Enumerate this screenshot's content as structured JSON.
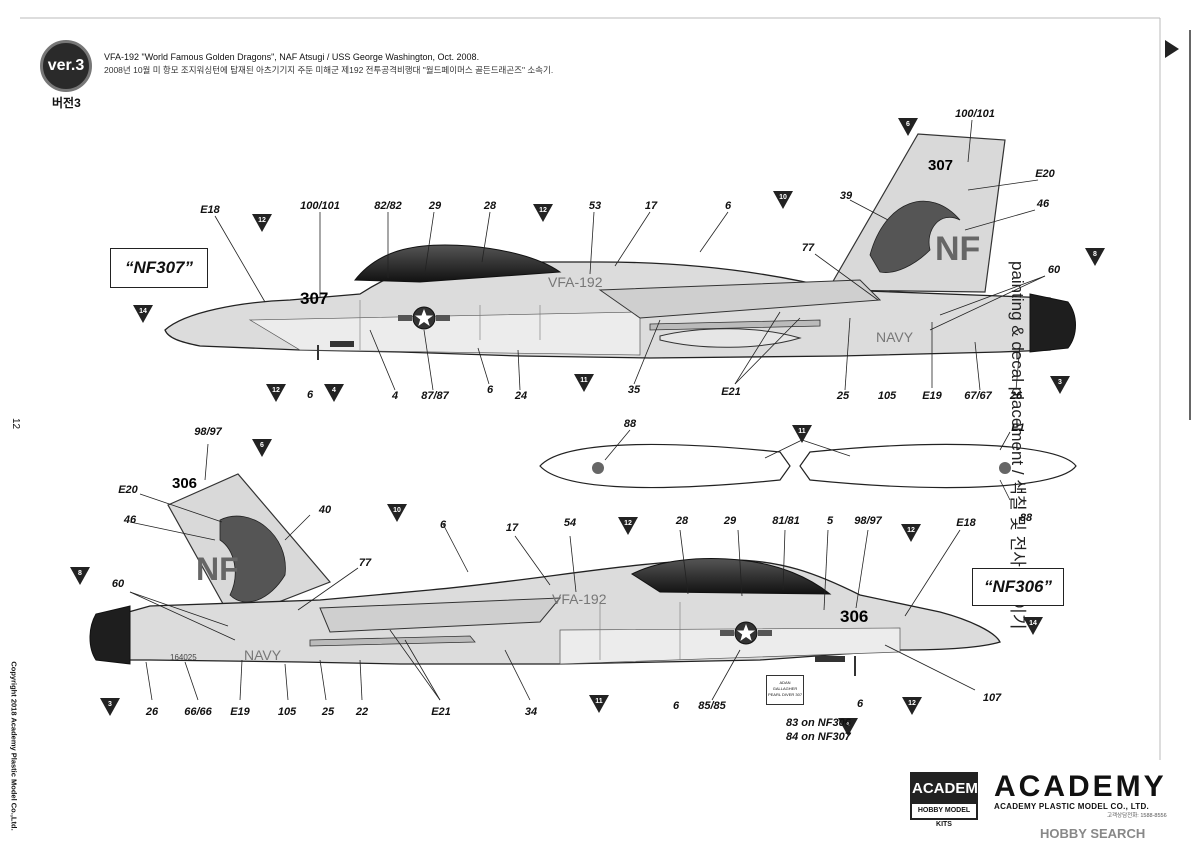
{
  "header": {
    "version_badge": "ver.3",
    "version_sub": "버전3",
    "title_en": "VFA-192 \"World Famous Golden Dragons\", NAF Atsugi / USS George Washington, Oct. 2008.",
    "title_ko": "2008년 10월 미 항모 조지워싱턴에 탑재된 아츠기기지 주둔 미해군 제192 전투공격비행대 \"월드페이머스 골든드래곤즈\" 소속기."
  },
  "side_label": "painting & decal placement / 색칠 및 전사지붙이기",
  "page_number": "12",
  "copyright": "Copyright 2018 Academy Plastic Model Co.,Ltd.",
  "callouts": {
    "top": "“NF307”",
    "bottom": "“NF306”"
  },
  "aircraft_markings": {
    "top_tail_number": "307",
    "top_nose_number": "307",
    "top_squadron": "VFA-192",
    "top_tail_code": "NF",
    "top_navy": "NAVY",
    "bottom_tail_number": "306",
    "bottom_nose_number": "306",
    "bottom_squadron": "VFA-192",
    "bottom_tail_code": "NF",
    "bottom_navy": "NAVY",
    "bottom_serial": "164025"
  },
  "labels": {
    "t1": "E18",
    "t2": "100/101",
    "t3": "82/82",
    "t4": "29",
    "t5": "28",
    "t6": "53",
    "t7": "17",
    "t8": "6",
    "t9": "100/101",
    "t10": "E20",
    "t11": "39",
    "t12": "46",
    "t13": "77",
    "t14": "60",
    "t15": "6",
    "t16": "4",
    "t17": "87/87",
    "t18": "6",
    "t19": "24",
    "t20": "35",
    "t21": "E21",
    "t22": "25",
    "t23": "105",
    "t24": "E19",
    "t25": "67/67",
    "t26": "26",
    "m1": "88",
    "m2": "E1",
    "m3": "88",
    "b1": "98/97",
    "b2": "E20",
    "b3": "46",
    "b4": "40",
    "b5": "60",
    "b6": "77",
    "b7": "6",
    "b8": "17",
    "b9": "54",
    "b10": "28",
    "b11": "29",
    "b12": "81/81",
    "b13": "5",
    "b14": "98/97",
    "b15": "E18",
    "b16": "26",
    "b17": "66/66",
    "b18": "E19",
    "b19": "105",
    "b20": "25",
    "b21": "22",
    "b22": "E21",
    "b23": "34",
    "b24": "6",
    "b25": "85/85",
    "b26": "6",
    "b27": "107"
  },
  "color_markers": {
    "k1": "12",
    "k2": "12",
    "k3": "6",
    "k4": "10",
    "k5": "14",
    "k6": "8",
    "k7": "12",
    "k8": "4",
    "k9": "11",
    "k10": "3",
    "k11": "11",
    "k12": "6",
    "k13": "8",
    "k14": "10",
    "k15": "12",
    "k16": "12",
    "k17": "3",
    "k18": "11",
    "k19": "4",
    "k20": "12",
    "k21": "14"
  },
  "note_lines": {
    "line1": "83 on NF306",
    "line2": "84 on NF307"
  },
  "badge_text": {
    "line1": "ADAN GALLAGHER",
    "line2": "PEARL DIVER 307"
  },
  "brand": {
    "left_top": "ACADEMY",
    "left_bottom": "HOBBY MODEL KITS",
    "right_big": "ACADEMY",
    "right_small": "ACADEMY PLASTIC MODEL CO., LTD.",
    "right_tiny": "고객상담전화: 1588-8556"
  },
  "watermark": "HOBBY SEARCH",
  "colors": {
    "ink": "#111111",
    "aircraft_gray": "#d9d9d9",
    "canopy": "#222222",
    "marker_fill": "#222222"
  }
}
